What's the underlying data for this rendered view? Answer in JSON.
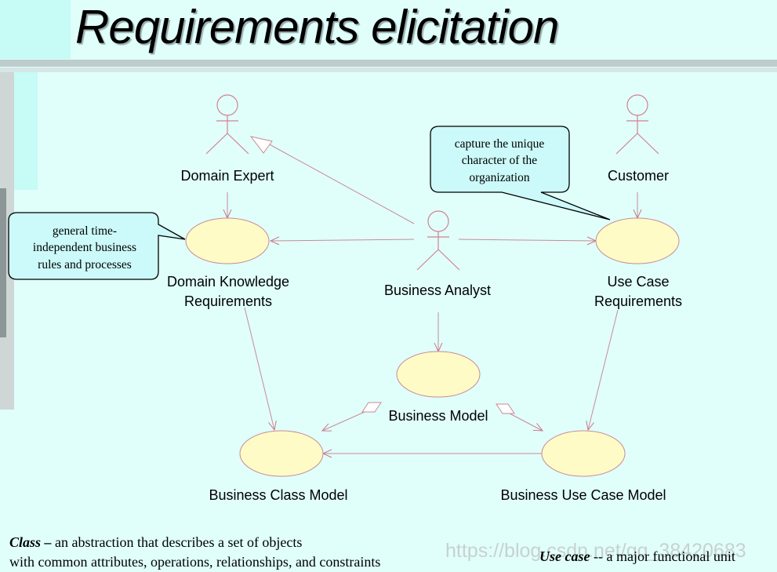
{
  "title": "Requirements elicitation",
  "actors": {
    "domain_expert": "Domain Expert",
    "customer": "Customer",
    "business_analyst": "Business Analyst"
  },
  "use_cases": {
    "domain_knowledge": [
      "Domain Knowledge",
      "Requirements"
    ],
    "use_case_requirements": [
      "Use Case",
      "Requirements"
    ],
    "business_model": "Business Model",
    "business_class_model": "Business Class Model",
    "business_use_case_model": "Business Use Case Model"
  },
  "notes": {
    "left": [
      "general time-",
      "independent business",
      "rules and processes"
    ],
    "right": [
      "capture the unique",
      "character of the",
      "organization"
    ]
  },
  "footer": {
    "class_term": "Class –",
    "class_line1": " an abstraction that describes a set of objects",
    "class_line2": "with common attributes, operations, relationships, and constraints",
    "usecase_term": "Use case",
    "usecase_def": " -- a major functional unit"
  },
  "watermark": "https://blog.csdn.net/qq_38420683"
}
